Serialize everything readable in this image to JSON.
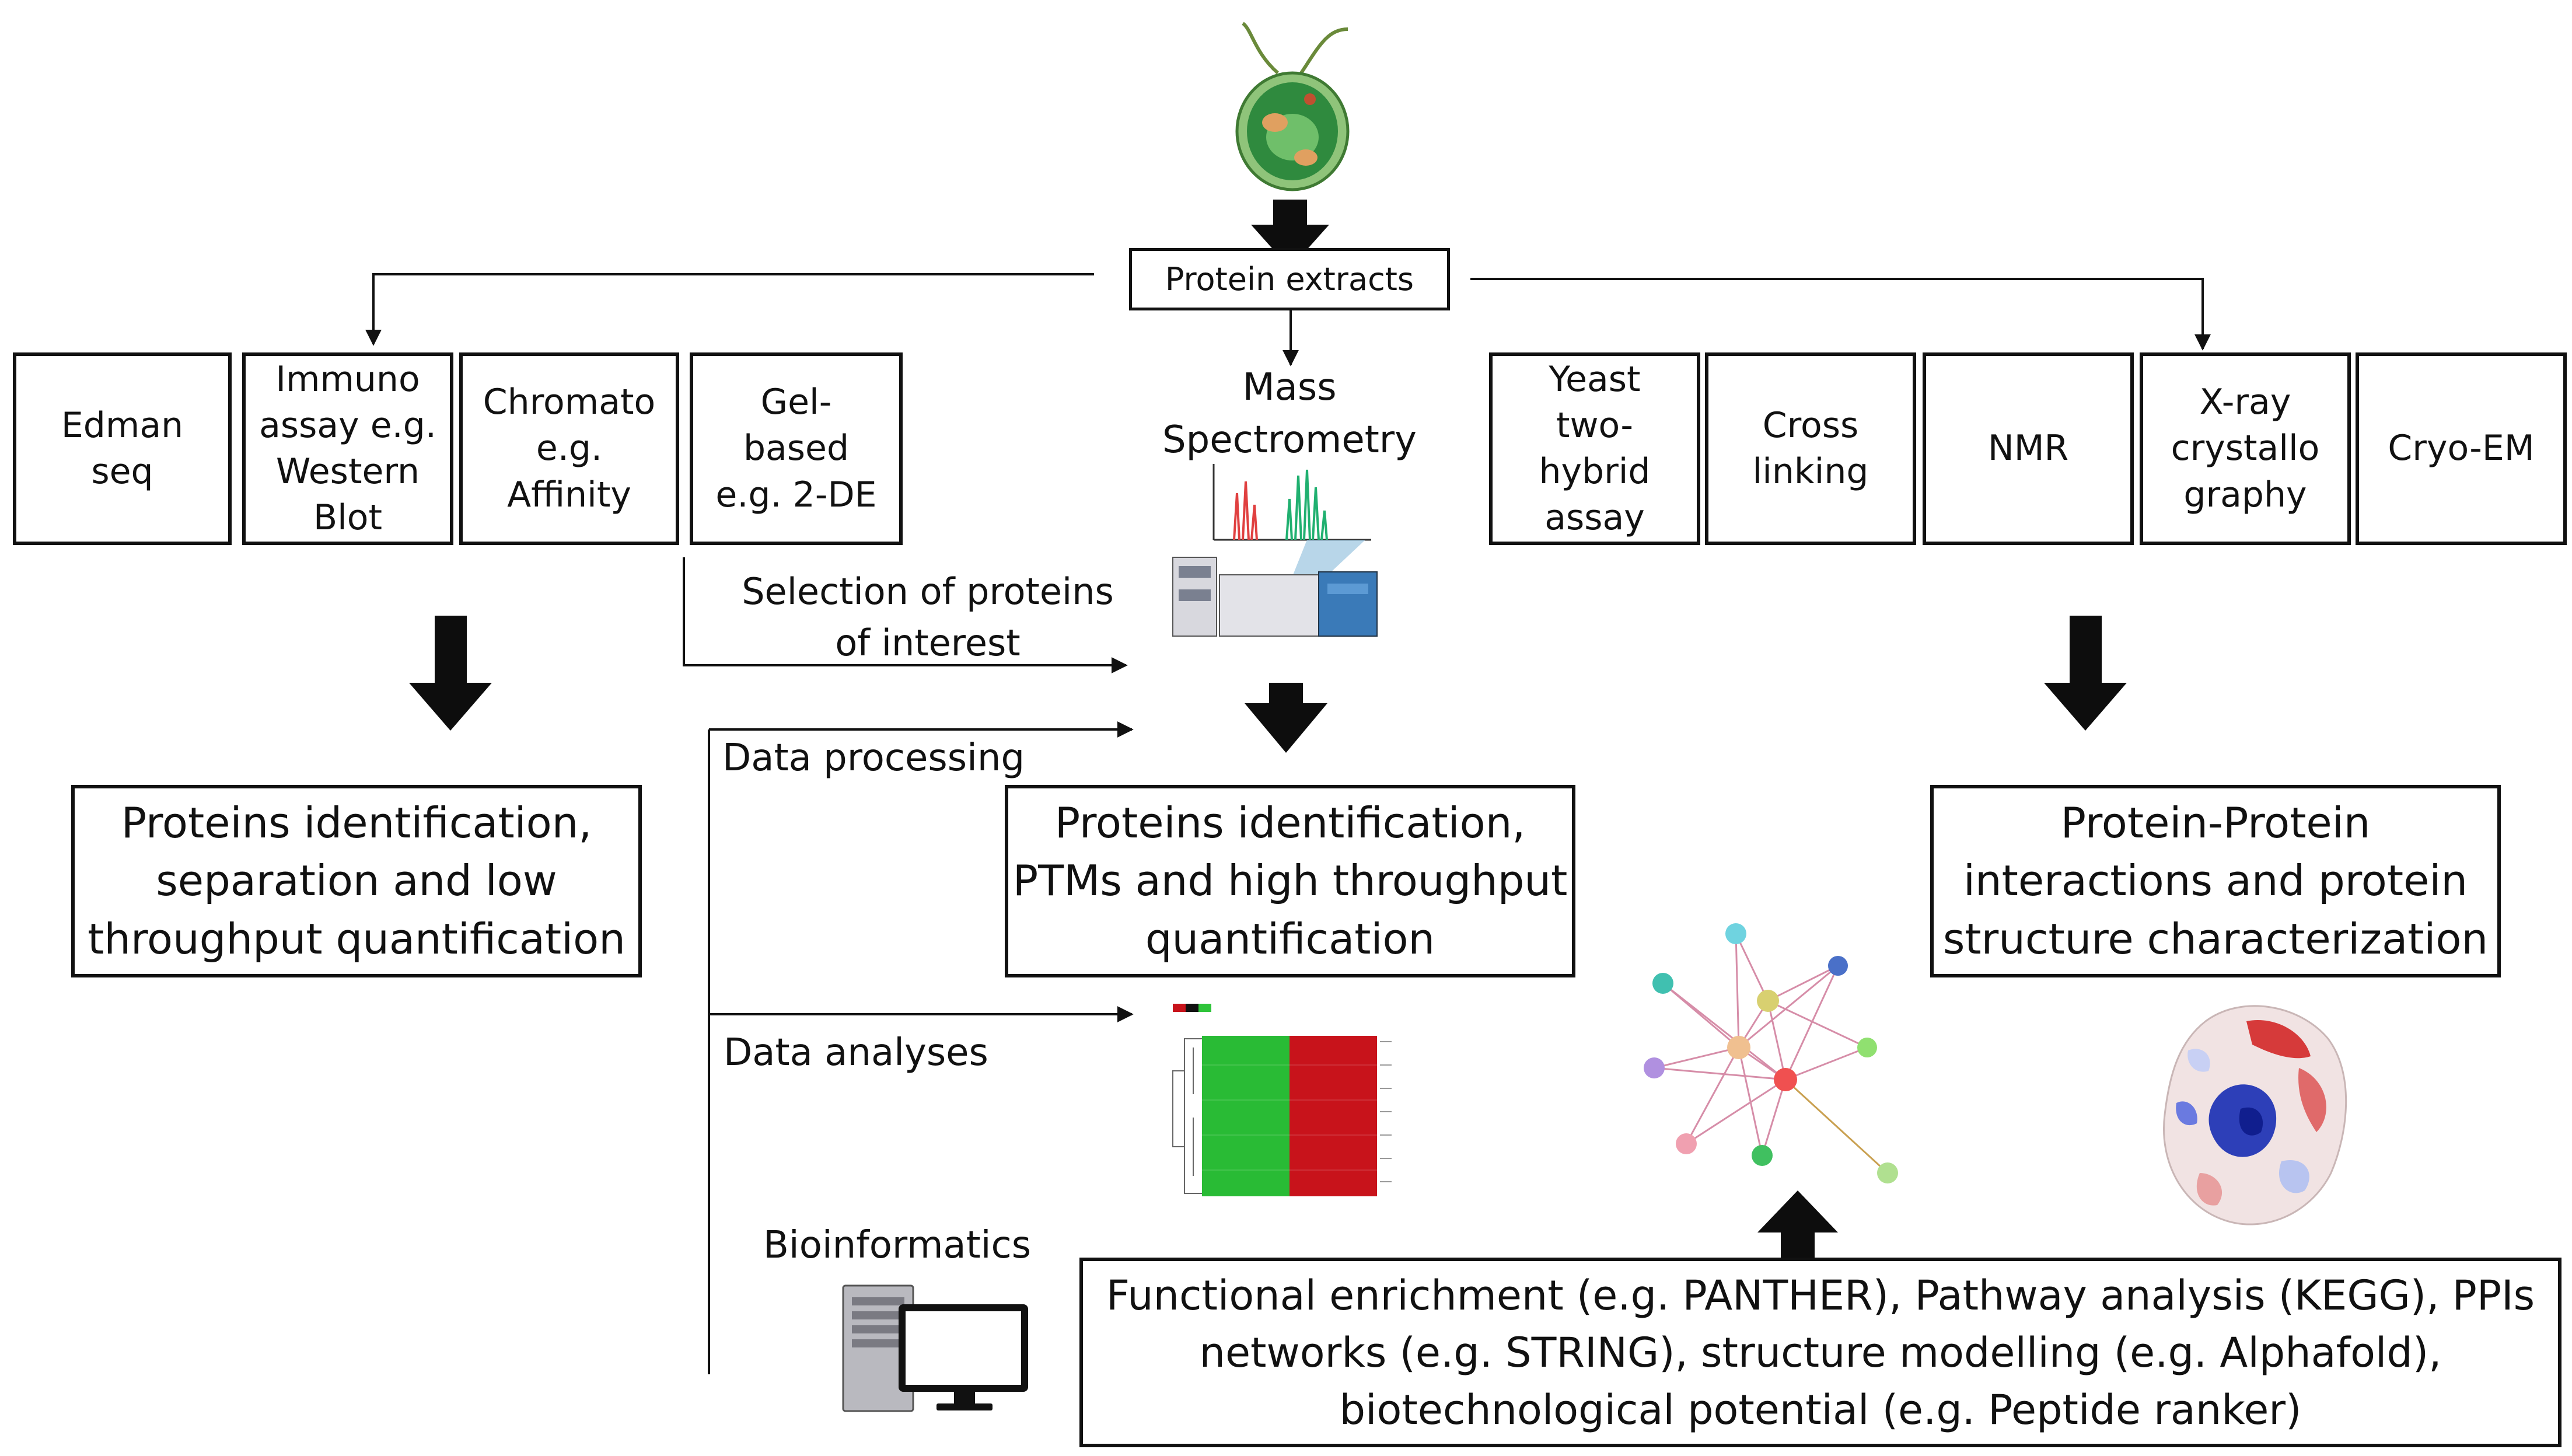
{
  "diagram": {
    "source_node": "Protein extracts",
    "methods_left": [
      "Edman\nseq",
      "Immuno\nassay e.g.\nWestern\nBlot",
      "Chromato\ne.g.\nAffinity",
      "Gel-\nbased\ne.g. 2-DE"
    ],
    "methods_center": "Mass\nSpectrometry",
    "methods_right": [
      "Yeast\ntwo-\nhybrid\nassay",
      "Cross\nlinking",
      "NMR",
      "X-ray\ncrystallo\ngraphy",
      "Cryo-EM"
    ],
    "results": {
      "left": "Proteins identification,\nseparation and low\nthroughput quantification",
      "center": "Proteins identification,\nPTMs and high throughput\nquantification",
      "right": "Protein-Protein\ninteractions and protein\nstructure characterization"
    },
    "edge_labels": {
      "selection": "Selection of proteins\nof interest",
      "processing": "Data processing",
      "analyses": "Data analyses",
      "bioinformatics": "Bioinformatics"
    },
    "bioinformatics_box": "Functional enrichment (e.g. PANTHER), Pathway analysis (KEGG), PPIs\nnetworks (e.g. STRING), structure modelling (e.g. Alphafold),\nbiotechnological potential (e.g. Peptide ranker)",
    "icons": {
      "organism": "green-alga-cell-icon",
      "spectrum": "mass-spectrum-icon",
      "instrument": "mass-spectrometer-icon",
      "heatmap": "heatmap-icon",
      "network": "string-network-icon",
      "structure": "protein-surface-icon",
      "computer": "desktop-computer-icon"
    },
    "colors": {
      "heatmap_low": "#2fc43a",
      "heatmap_high": "#c8131b",
      "spectrum_red": "#e04040",
      "spectrum_green": "#20b070"
    }
  }
}
